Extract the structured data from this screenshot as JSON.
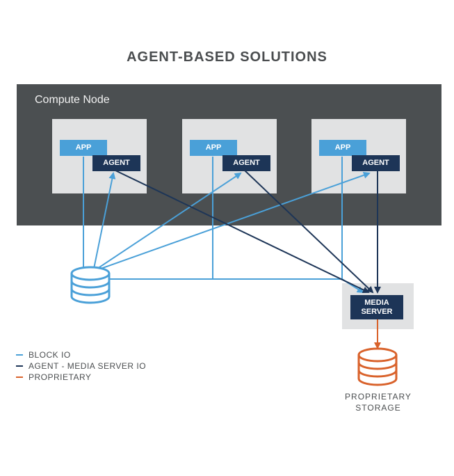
{
  "title": "AGENT-BASED SOLUTIONS",
  "compute_node": {
    "label": "Compute Node",
    "vms": [
      {
        "app": "APP",
        "agent": "AGENT"
      },
      {
        "app": "APP",
        "agent": "AGENT"
      },
      {
        "app": "APP",
        "agent": "AGENT"
      }
    ]
  },
  "media_server": {
    "line1": "MEDIA",
    "line2": "SERVER"
  },
  "storage": {
    "line1": "PROPRIETARY",
    "line2": "STORAGE"
  },
  "legend": [
    {
      "label": "BLOCK IO",
      "color": "#4aa0d8"
    },
    {
      "label": "AGENT - MEDIA SERVER IO",
      "color": "#1d3557"
    },
    {
      "label": "PROPRIETARY",
      "color": "#d9622b"
    }
  ],
  "colors": {
    "block_io": "#4aa0d8",
    "agent_media": "#1d3557",
    "proprietary": "#d9622b",
    "compute_bg": "#4b4f51",
    "box_bg": "#e1e2e3"
  }
}
